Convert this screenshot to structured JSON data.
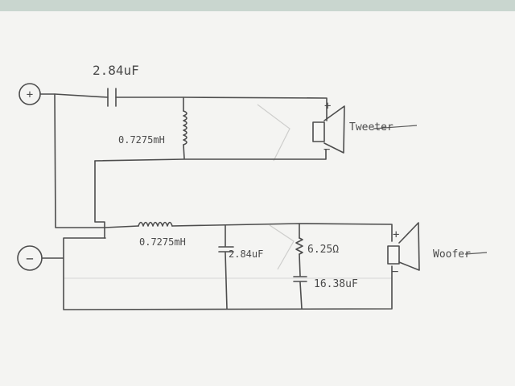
{
  "terminals": {
    "positive": "+",
    "negative": "−"
  },
  "components": {
    "tweeter_cap": "2.84uF",
    "tweeter_inductor": "0.7275mH",
    "woofer_inductor": "0.7275mH",
    "woofer_cap": "2.84uF",
    "zobel_resistor": "6.25Ω",
    "zobel_cap": "16.38uF"
  },
  "speakers": {
    "tweeter": "Tweeter",
    "woofer": "Woofer",
    "plus": "+",
    "minus": "−"
  },
  "colors": {
    "paper": "#f4f4f2",
    "ink": "#4d4d4d",
    "backdrop": "#e9ebe6"
  }
}
